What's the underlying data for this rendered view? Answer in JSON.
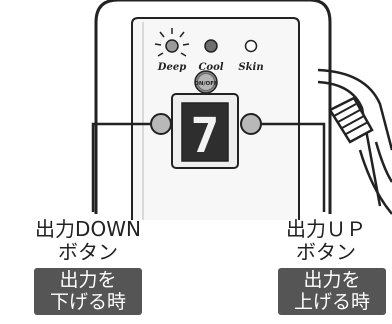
{
  "device": {
    "modes": [
      {
        "label": "Deep",
        "state": "lit"
      },
      {
        "label": "Cool",
        "state": "off"
      },
      {
        "label": "Skin",
        "state": "off"
      }
    ],
    "power_button_label": "ON/OFF",
    "display_value": "7"
  },
  "callouts": {
    "down": {
      "name_line1": "出力DOWN",
      "name_line2": "ボタン",
      "badge_line1": "出力を",
      "badge_line2": "下げる時"
    },
    "up": {
      "name_line1": "出力ＵＰ",
      "name_line2": "ボタン",
      "badge_line1": "出力を",
      "badge_line2": "上げる時"
    }
  },
  "colors": {
    "outline": "#222222",
    "badge_bg": "#555555",
    "badge_text": "#ffffff",
    "display_bg": "#2e2e2e",
    "digit": "#f2f2f2"
  }
}
